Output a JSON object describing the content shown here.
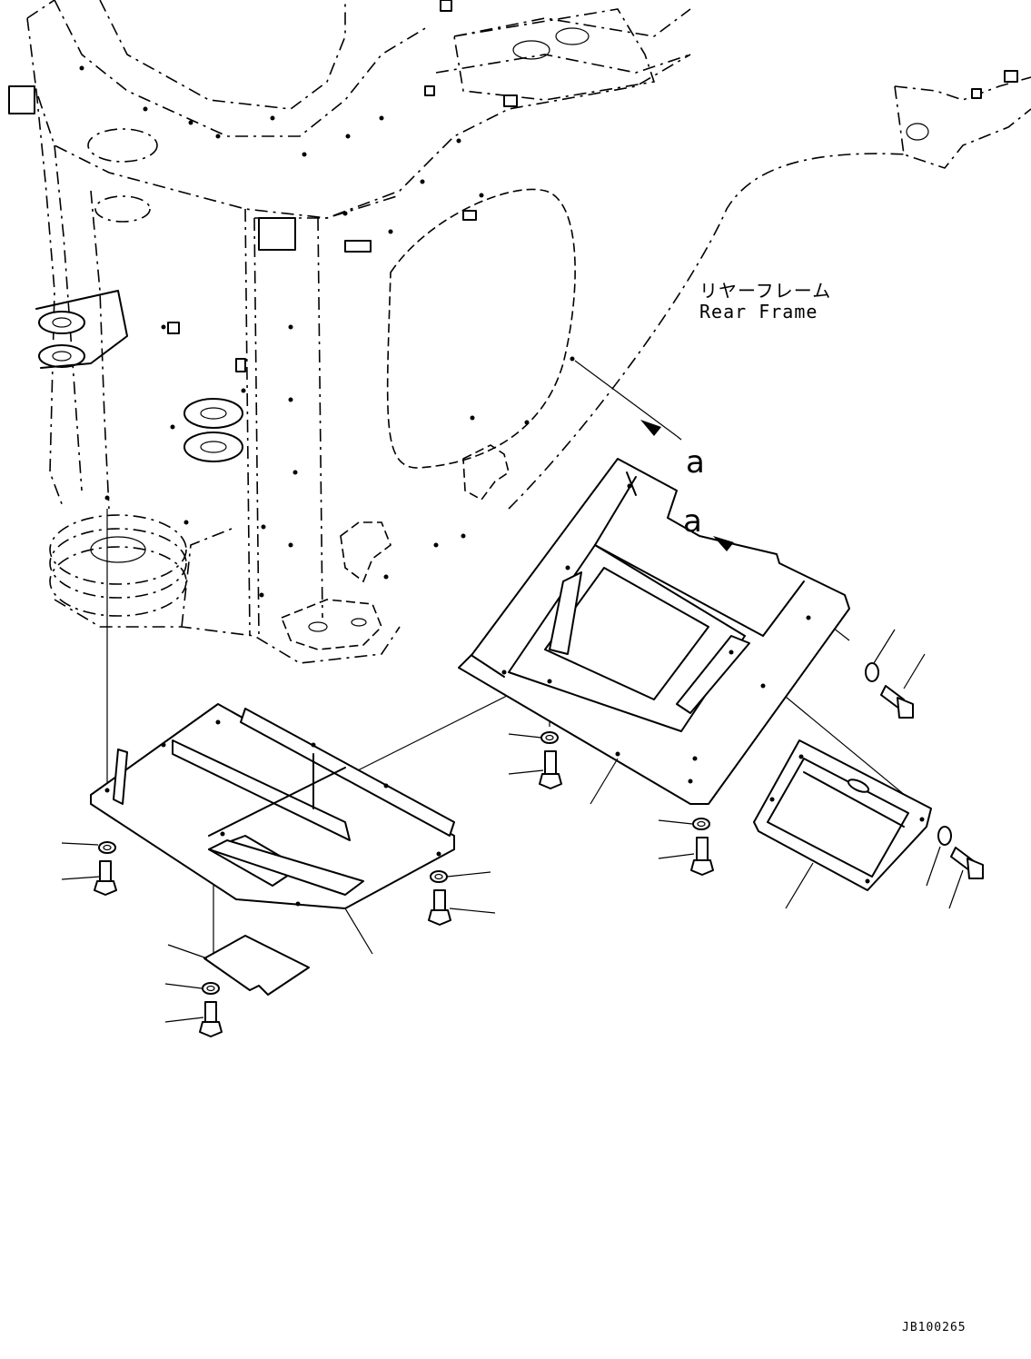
{
  "diagram": {
    "frame_label_jp": "リヤーフレーム",
    "frame_label_en": "Rear Frame",
    "connector_labels": [
      "a",
      "a"
    ],
    "drawing_code": "JB100265"
  }
}
